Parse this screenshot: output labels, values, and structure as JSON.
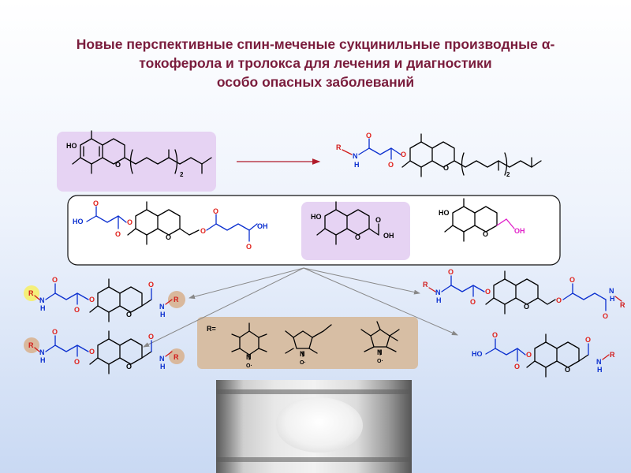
{
  "title": {
    "line1": "Новые перспективные спин-меченые сукцинильные производные α-",
    "line2": "токоферола и тролокса  для лечения и диагностики",
    "line3": "особо опасных заболеваний"
  },
  "atoms": {
    "HO": "HO",
    "O": "O",
    "OH": "OH",
    "R": "R",
    "N": "N",
    "H": "H",
    "Rlegend": "R=",
    "subscript2": "2",
    "Odot": "O·"
  },
  "colors": {
    "title": "#7a1c3c",
    "carbon_chain": "#0b2fcf",
    "oxygen": "#e0201a",
    "highlight_lilac": "#e6d3f3",
    "highlight_tan": "#d7bea4",
    "spot_yellow": "#f4ef7a",
    "spot_tan": "#d9b89c",
    "arrow": "#b01a2a"
  }
}
